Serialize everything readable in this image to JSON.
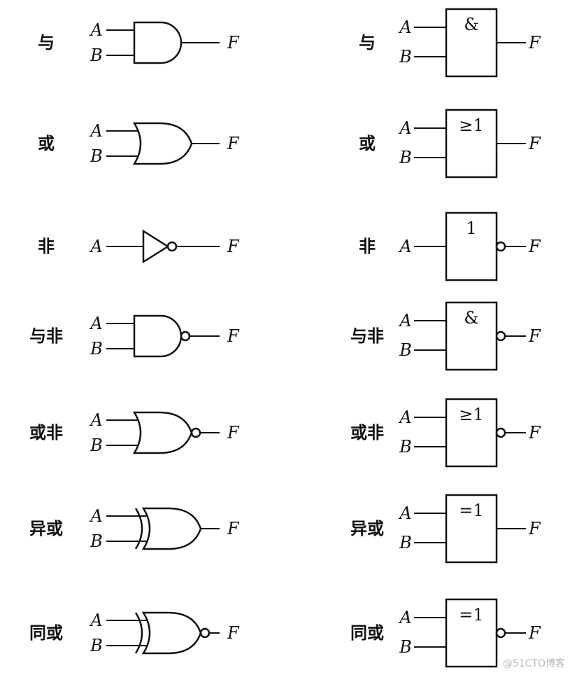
{
  "inputs": {
    "a": "A",
    "b": "B"
  },
  "output": "F",
  "watermark": "@51CTO博客",
  "gates": [
    {
      "label": "与",
      "symbol": "&",
      "inputs": 2,
      "inverted": false,
      "kind": "and"
    },
    {
      "label": "或",
      "symbol": "≥1",
      "inputs": 2,
      "inverted": false,
      "kind": "or"
    },
    {
      "label": "非",
      "symbol": "1",
      "inputs": 1,
      "inverted": true,
      "kind": "not"
    },
    {
      "label": "与非",
      "symbol": "&",
      "inputs": 2,
      "inverted": true,
      "kind": "and"
    },
    {
      "label": "或非",
      "symbol": "≥1",
      "inputs": 2,
      "inverted": true,
      "kind": "or"
    },
    {
      "label": "异或",
      "symbol": "=1",
      "inputs": 2,
      "inverted": false,
      "kind": "xor"
    },
    {
      "label": "同或",
      "symbol": "=1",
      "inputs": 2,
      "inverted": true,
      "kind": "xor"
    }
  ]
}
